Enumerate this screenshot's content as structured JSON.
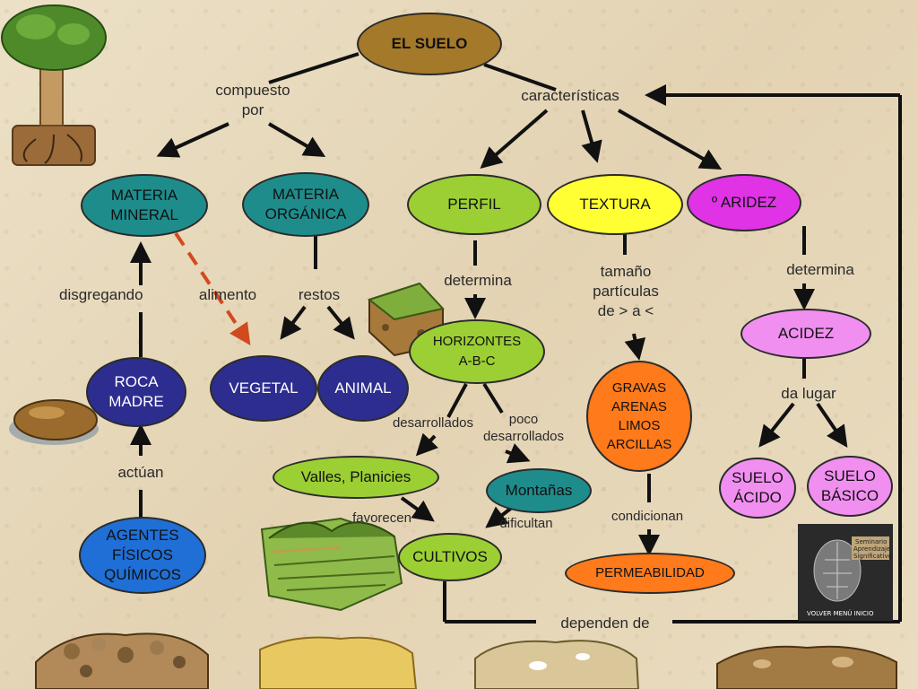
{
  "title": "EL SUELO",
  "nodes": {
    "el_suelo": "EL SUELO",
    "materia_mineral": "MATERIA\nMINERAL",
    "materia_organica": "MATERIA\nORGÁNICA",
    "perfil": "PERFIL",
    "textura": "TEXTURA",
    "aridez": "º ARIDEZ",
    "horizontes": "HORIZONTES\nA-B-C",
    "roca_madre": "ROCA\nMADRE",
    "vegetal": "VEGETAL",
    "animal": "ANIMAL",
    "acidez": "ACIDEZ",
    "gravas": "GRAVAS\nARENAS\nLIMOS\nARCILLAS",
    "valles": "Valles, Planicies",
    "montanas": "Montañas",
    "suelo_acido": "SUELO\nÁCIDO",
    "suelo_basico": "SUELO\nBÁSICO",
    "agentes": "AGENTES\nFÍSICOS\nQUÍMICOS",
    "cultivos": "CULTIVOS",
    "permeabilidad": "PERMEABILIDAD"
  },
  "labels": {
    "compuesto_por": "compuesto\npor",
    "caracteristicas": "características",
    "disgregando": "disgregando",
    "alimento": "alimento",
    "restos": "restos",
    "determina_perfil": "determina",
    "tamano": "tamaño\npartículas\nde > a <",
    "determina_aridez": "determina",
    "da_lugar": "da lugar",
    "desarrollados": "desarrollados",
    "poco_desarrollados": "poco\ndesarrollados",
    "actuan": "actúan",
    "favorecen": "favorecen",
    "dificultan": "dificultan",
    "condicionan": "condicionan",
    "dependen_de": "dependen de"
  },
  "badge": {
    "line1": "Seminario",
    "line2": "Aprendizaje",
    "line3": "Significativo",
    "footer": "VOLVER MENÚ INICIO"
  },
  "colors": {
    "el_suelo": "#a5792a",
    "teal": "#1f8c8c",
    "lime": "#9ccf33",
    "yellow": "#ffff33",
    "magenta": "#e033e6",
    "pink": "#f08ff0",
    "navy": "#2d2d8f",
    "orange": "#ff7a1a",
    "blue": "#1f6fd6"
  }
}
